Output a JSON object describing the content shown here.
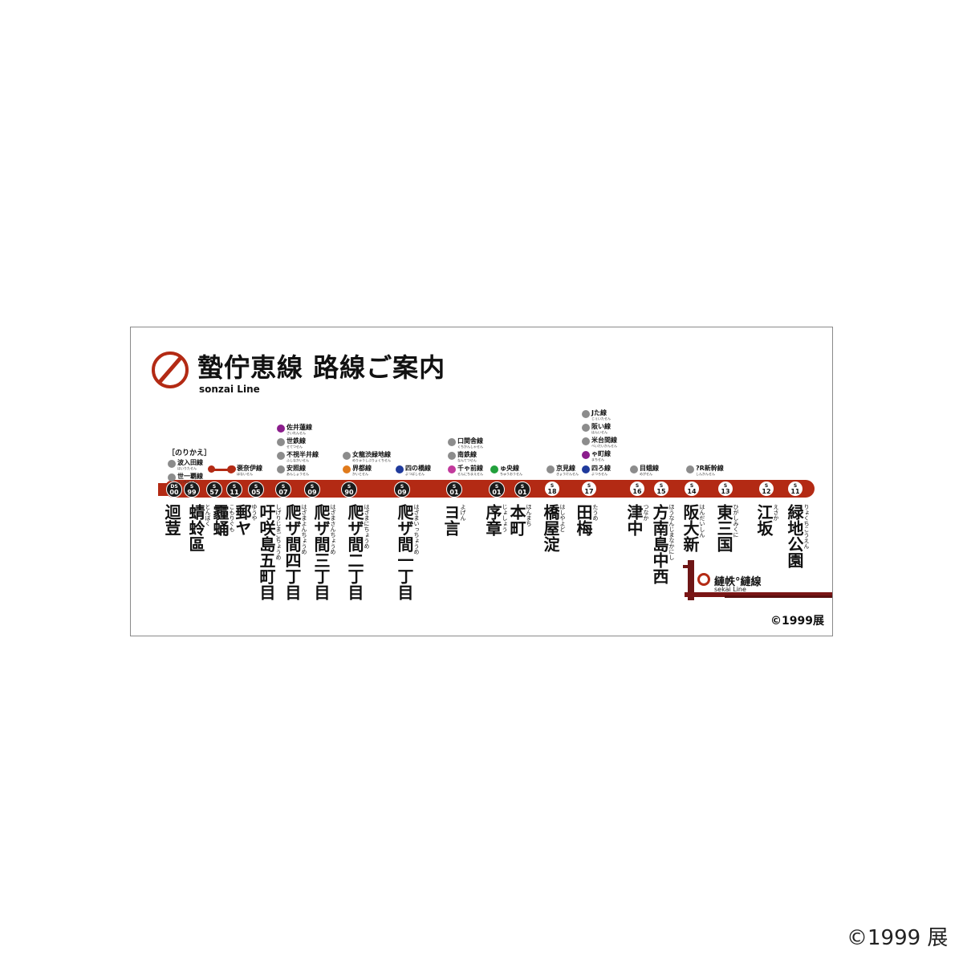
{
  "title": "蟄佇恵線 路線ご案内",
  "subtitle": "sonzai Line",
  "norikae_label": "［のりかえ］",
  "copyright_inner": "©1999展",
  "copyright_outer": "©1999 展",
  "colors": {
    "line": "#b32a14",
    "dark_circle": "#1b1b1b",
    "grey": "#8c8c8c",
    "purple": "#8b1d8c",
    "blue": "#1f3a9c",
    "orange": "#e07a1b",
    "magenta": "#c23a9c",
    "green": "#22a03c"
  },
  "stations": [
    {
      "label": "DS",
      "num": "00",
      "name": "迴荳",
      "kana": ""
    },
    {
      "label": "S",
      "num": "99",
      "name": "蜻蛉區",
      "kana": "とんぼく"
    },
    {
      "label": "S",
      "num": "57",
      "name": "霾蛹",
      "kana": "こもりぐも"
    },
    {
      "label": "S",
      "num": "11",
      "name": "郵ヤ",
      "kana": "ゆうや"
    },
    {
      "label": "S",
      "num": "05",
      "name": "吁咲島五町目",
      "kana": "しげりじまごちょうめ"
    },
    {
      "label": "S",
      "num": "07",
      "name": "爬ザ間四丁目",
      "kana": "はざまよんちょうめ"
    },
    {
      "label": "S",
      "num": "09",
      "name": "爬ザ間三丁目",
      "kana": "はざまさんちょうめ"
    },
    {
      "label": "S",
      "num": "90",
      "name": "爬ザ間二丁目",
      "kana": "はざまにちょうめ"
    },
    {
      "label": "S",
      "num": "09",
      "name": "爬ザ間一丁目",
      "kana": "はざまいっちょうめ"
    },
    {
      "label": "S",
      "num": "01",
      "name": "ヨ言",
      "kana": "よげん"
    },
    {
      "label": "S",
      "num": "01",
      "name": "序章",
      "kana": "じょしょう"
    },
    {
      "label": "S",
      "num": "01",
      "name": "本町",
      "kana": "ほんまち"
    },
    {
      "label": "S",
      "num": "18",
      "name": "橋屋淀",
      "kana": "はしやよど"
    },
    {
      "label": "S",
      "num": "17",
      "name": "田梅",
      "kana": "たうめ"
    },
    {
      "label": "S",
      "num": "16",
      "name": "津中",
      "kana": "つなか"
    },
    {
      "label": "S",
      "num": "15",
      "name": "方南島中西",
      "kana": "ほうなんじまなかにし"
    },
    {
      "label": "S",
      "num": "14",
      "name": "阪大新",
      "kana": "はんだいしん"
    },
    {
      "label": "S",
      "num": "13",
      "name": "東三国",
      "kana": "ひがしみくに"
    },
    {
      "label": "S",
      "num": "12",
      "name": "江坂",
      "kana": "えさか"
    },
    {
      "label": "S",
      "num": "11",
      "name": "緑地公園",
      "kana": "りょくちこうえん"
    }
  ],
  "transfers": [
    {
      "name": "波入田線",
      "kana": "はいりたせん",
      "color": "grey"
    },
    {
      "name": "世一覇線",
      "kana": "よいちはせん",
      "color": "grey"
    },
    {
      "name": "褒奈伊線",
      "kana": "ほないせん",
      "color": "line"
    },
    {
      "name": "佐井蓮線",
      "kana": "さいれんせん",
      "color": "purple"
    },
    {
      "name": "世鉄線",
      "kana": "せてつせん",
      "color": "grey"
    },
    {
      "name": "不視半井線",
      "kana": "ふしなかいせん",
      "color": "grey"
    },
    {
      "name": "安照線",
      "kana": "あんしょうせん",
      "color": "grey"
    },
    {
      "name": "女龍渋緑地線",
      "kana": "めりゅうしぶりょくちせん",
      "color": "grey"
    },
    {
      "name": "界都線",
      "kana": "かいとせん",
      "color": "orange"
    },
    {
      "name": "四の橋線",
      "kana": "よつばしせん",
      "color": "blue"
    },
    {
      "name": "口関舎線",
      "kana": "くちかんしゃせん",
      "color": "grey"
    },
    {
      "name": "南鉄線",
      "kana": "なんてつせん",
      "color": "grey"
    },
    {
      "name": "千ゃ前線",
      "kana": "せんにちまえせん",
      "color": "magenta"
    },
    {
      "name": "ゅ央線",
      "kana": "ちゅうおうせん",
      "color": "green"
    },
    {
      "name": "京見線",
      "kana": "きょうけんせん",
      "color": "grey"
    },
    {
      "name": "Jた線",
      "kana": "じぇいたせん",
      "color": "grey"
    },
    {
      "name": "阪い線",
      "kana": "はんいせん",
      "color": "grey"
    },
    {
      "name": "米台間線",
      "kana": "べいだいかんせん",
      "color": "grey"
    },
    {
      "name": "ゃ町線",
      "kana": "まちせん",
      "color": "purple"
    },
    {
      "name": "四ろ線",
      "kana": "よつろせん",
      "color": "blue"
    },
    {
      "name": "目蛾線",
      "kana": "めがせん",
      "color": "grey"
    },
    {
      "name": "?R新幹線",
      "kana": "しんかんせん",
      "color": "grey"
    }
  ],
  "branch": {
    "name": "縺帙°縺線",
    "sub": "sekai Line"
  }
}
